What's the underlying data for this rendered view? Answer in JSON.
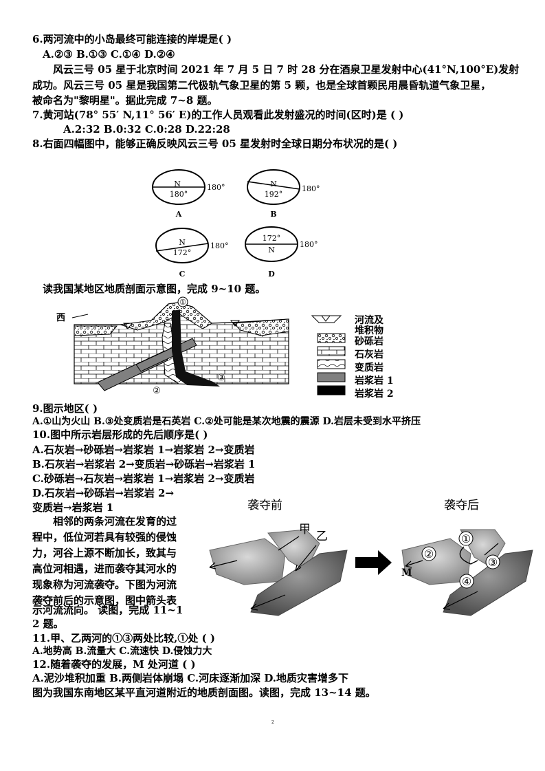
{
  "q6": {
    "stem": "6.两河流中的小岛最终可能连接的岸堤是(   )",
    "options": "A.②③   B.①③  C.①④  D.②④"
  },
  "passage_fy3": {
    "line1": "风云三号 05 星于北京时间 2021 年 7 月 5 日 7 时 28 分在酒泉卫星发射中心(41°N,100°E)发射",
    "line2": "成功。风云三号 05 星是我国第二代极轨气象卫星的第 5 颗，也是全球首颗民用晨昏轨道气象卫星，",
    "line3": "被命名为\"黎明星\"。据此完成 7~8 题。"
  },
  "q7": {
    "stem": "7.黄河站(78° 55′ N,11° 56′ E)的工作人员观看此发射盛况的时间(区时)是     (      )",
    "options": "A.2:32 B.0:32      C.0:28   D.22:28"
  },
  "q8": {
    "stem": "8.右面四幅图中，能够正确反映风云三号 05 星发射时全球日期分布状况的是(    )"
  },
  "globes": [
    {
      "letter": "A",
      "pole": "N",
      "deg": "180°",
      "side": "180°"
    },
    {
      "letter": "B",
      "pole": "N",
      "deg": "192°",
      "side": "180°"
    },
    {
      "letter": "C",
      "pole": "N",
      "deg": "172°",
      "side": "180°"
    },
    {
      "letter": "D",
      "pole": "N",
      "deg": "172°",
      "side": "180°"
    }
  ],
  "passage_geo": "读我国某地区地质剖面示意图，完成 9~10 题。",
  "geo_figure": {
    "west": "西",
    "marker1": "①",
    "marker2": "②",
    "marker3": "③",
    "legend": [
      "河流及",
      "堆积物",
      "砂砾岩",
      "石灰岩",
      "变质岩",
      "岩浆岩 1",
      "岩浆岩 2"
    ]
  },
  "q9": {
    "stem": "9.图示地区(    )",
    "options": "A.①山为火山  B.③处变质岩是石英岩    C.②处可能是某次地震的震源    D.岩层未受到水平挤压"
  },
  "q10": {
    "stem": "10.图中所示岩层形成的先后顺序是(      )",
    "optA": "A.石灰岩→砂砾岩→岩浆岩 1→岩浆岩 2→变质岩",
    "optB": "B.石灰岩→岩浆岩 2→变质岩→砂砾岩→岩浆岩 1",
    "optC": "C.砂砾岩→石灰岩→岩浆岩 1→岩浆岩 2→变质岩",
    "optD1": "D.石灰岩→砂砾岩→岩浆岩  2→",
    "optD2": "变质岩→岩浆岩 1"
  },
  "passage_capture": [
    "相邻的两条河流在发育的过",
    "程中，低位河若具有较强的侵蚀",
    "力，河谷上源不断加长，致其与",
    "高位河相遇，进而袭夺其河水的",
    "现象称为河流袭夺。下图为河流",
    "袭夺前后的示意图，图中箭头表",
    "示河流流向。  读图，完成 11~1",
    "2 题。"
  ],
  "capture_figure": {
    "before_title": "袭夺前",
    "after_title": "袭夺后",
    "jia": "甲",
    "yi": "乙",
    "m1": "①",
    "m2": "②",
    "m3": "③",
    "m4": "④",
    "M": "M"
  },
  "q11": {
    "stem": "11.甲、乙两河的①③两处比较,①处     (      )",
    "options": "A.地势高  B.流量大     C.流速快 D.侵蚀力大"
  },
  "q12": {
    "stem": "12.随着袭夺的发展，M 处河道    (      )",
    "options": "A.泥沙堆积加重   B.两侧岩体崩塌  C.河床逐渐加深   D.地质灾害增多下"
  },
  "passage_next": "图为我国东南地区某平直河道附近的地质剖面图。读图，完成 13~14 题。",
  "page_number": "2"
}
